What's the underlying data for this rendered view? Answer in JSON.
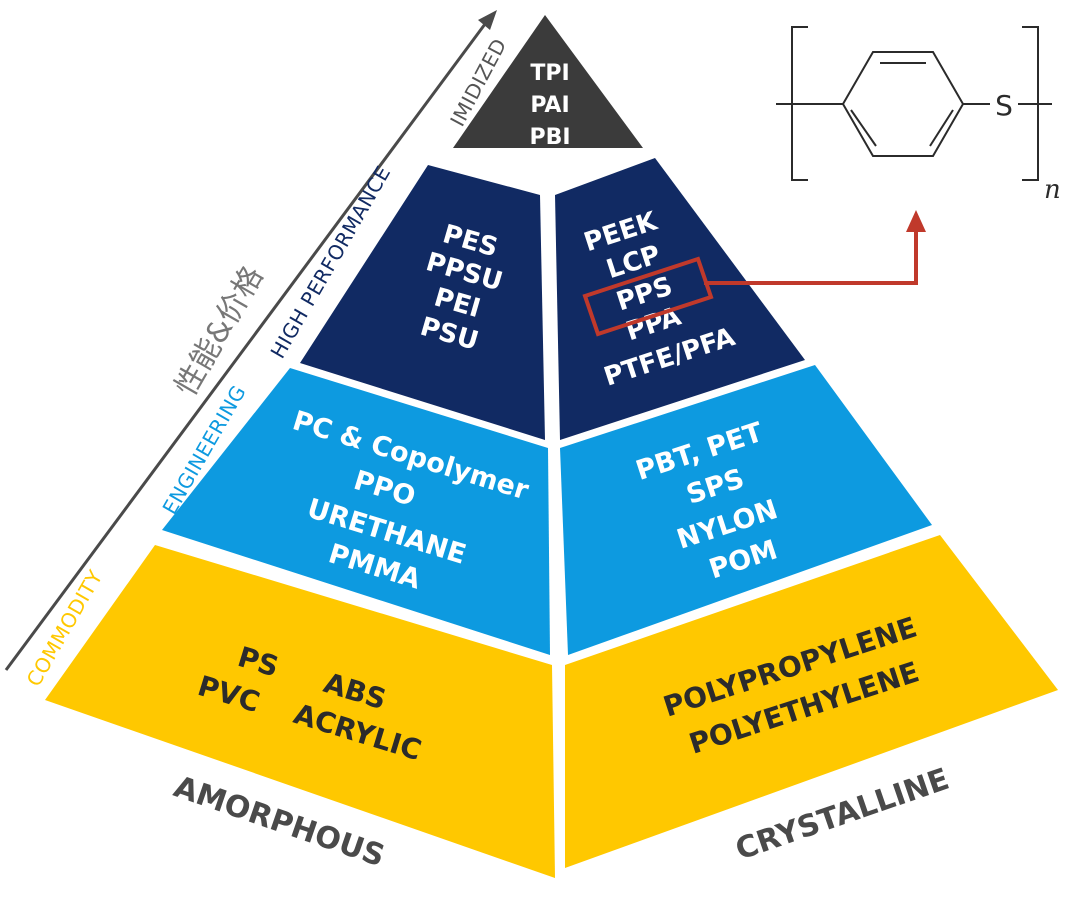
{
  "colors": {
    "imidized": "#3b3b3b",
    "high_performance": "#112a63",
    "engineering": "#0d9ae0",
    "commodity": "#ffc800",
    "highlight": "#c0392b",
    "axis": "#4a4a4a",
    "label_cn": "#777777"
  },
  "axis_label": "性能&价格",
  "tiers": {
    "imidized": "IMIDIZED",
    "high_performance": "HIGH PERFORMANCE",
    "engineering": "ENGINEERING",
    "commodity": "COMMODITY"
  },
  "blocks": {
    "imidized": [
      "TPI",
      "PAI",
      "PBI"
    ],
    "hp_amorphous": [
      "PES",
      "PPSU",
      "PEI",
      "PSU"
    ],
    "hp_crystalline": [
      "PEEK",
      "LCP",
      "PPS",
      "PPA",
      "PTFE/PFA"
    ],
    "eng_amorphous": [
      "PC & Copolymer",
      "PPO",
      "URETHANE",
      "PMMA"
    ],
    "eng_crystalline": [
      "PBT, PET",
      "SPS",
      "NYLON",
      "POM"
    ],
    "com_amorphous": [
      "PS",
      "ABS",
      "PVC",
      "ACRYLIC"
    ],
    "com_crystalline": [
      "POLYPROPYLENE",
      "POLYETHYLENE"
    ]
  },
  "footer": {
    "amorphous": "AMORPHOUS",
    "crystalline": "CRYSTALLINE"
  },
  "structure": {
    "sulfur": "S",
    "subscript": "n"
  },
  "highlighted_item": "PPS",
  "highlight_color": "#c0392b"
}
